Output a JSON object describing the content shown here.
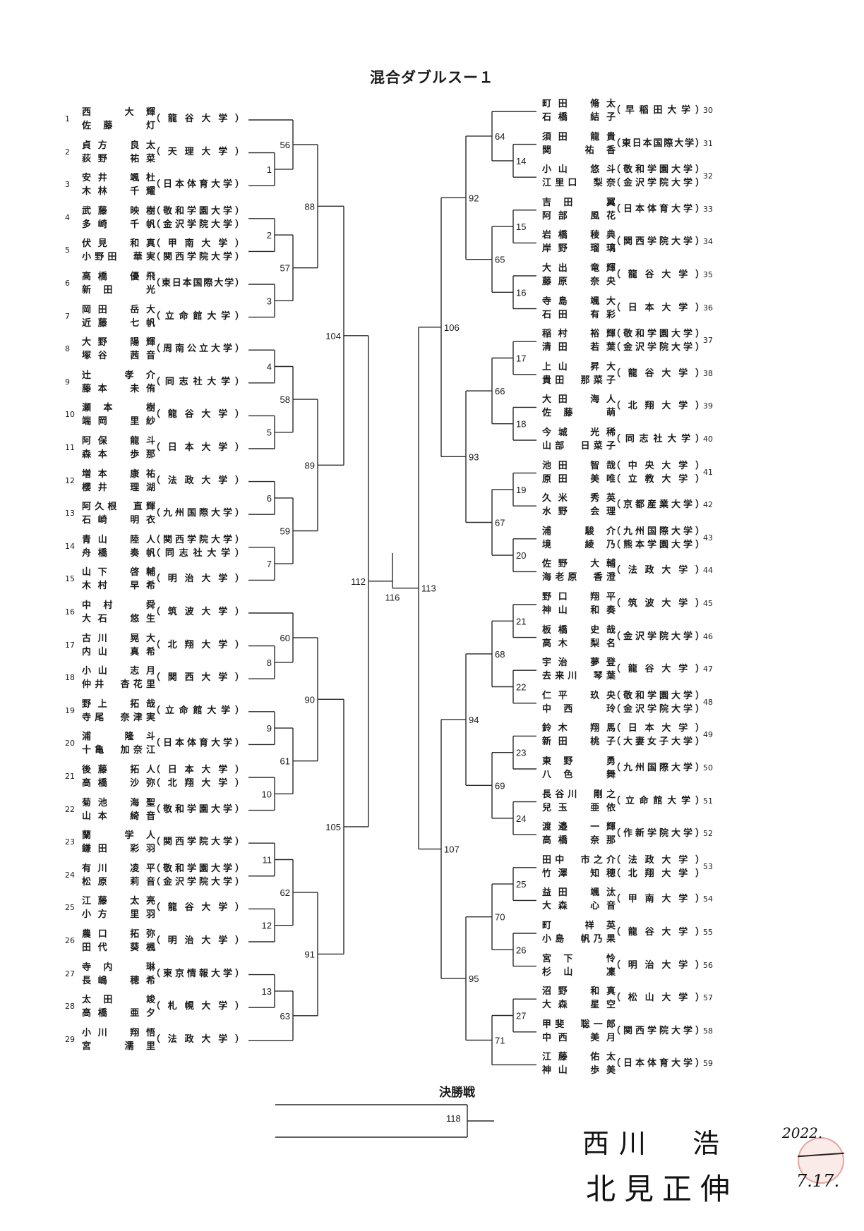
{
  "title": "混合ダブルスー１",
  "left_entries": [
    {
      "no": "1",
      "players": [
        "西　大輝",
        "佐藤　灯"
      ],
      "universities": [
        "（龍谷大学）"
      ]
    },
    {
      "no": "2",
      "players": [
        "貞方　良太",
        "荻野　祐菜"
      ],
      "universities": [
        "（天理大学）"
      ]
    },
    {
      "no": "3",
      "players": [
        "安井　颯杜",
        "木林　千耀"
      ],
      "universities": [
        "（日本体育大学）"
      ]
    },
    {
      "no": "4",
      "players": [
        "武藤　映樹",
        "多崎　千帆"
      ],
      "universities": [
        "（敬和学園大学）",
        "（金沢学院大学）"
      ]
    },
    {
      "no": "5",
      "players": [
        "伏見　和真",
        "小野田　華実"
      ],
      "universities": [
        "（甲南大学）",
        "（関西学院大学）"
      ]
    },
    {
      "no": "6",
      "players": [
        "高橋　優飛",
        "新田　光"
      ],
      "universities": [
        "（東日本国際大学）"
      ]
    },
    {
      "no": "7",
      "players": [
        "岡田　岳大",
        "近藤　七帆"
      ],
      "universities": [
        "（立命館大学）"
      ]
    },
    {
      "no": "8",
      "players": [
        "大野　陽輝",
        "塚谷　茜音"
      ],
      "universities": [
        "（周南公立大学）"
      ]
    },
    {
      "no": "9",
      "players": [
        "辻　孝介",
        "藤本　未侑"
      ],
      "universities": [
        "（同志社大学）"
      ]
    },
    {
      "no": "10",
      "players": [
        "瀬本　樹",
        "端岡　里紗"
      ],
      "universities": [
        "（龍谷大学）"
      ]
    },
    {
      "no": "11",
      "players": [
        "阿保　龍斗",
        "森本　歩那"
      ],
      "universities": [
        "（日本大学）"
      ]
    },
    {
      "no": "12",
      "players": [
        "増本　康祐",
        "櫻井　理湖"
      ],
      "universities": [
        "（法政大学）"
      ]
    },
    {
      "no": "13",
      "players": [
        "阿久根　直輝",
        "石崎　明衣"
      ],
      "universities": [
        "（九州国際大学）"
      ]
    },
    {
      "no": "14",
      "players": [
        "青山　陸人",
        "舟橋　奏帆"
      ],
      "universities": [
        "（関西学院大学）",
        "（同志社大学）"
      ]
    },
    {
      "no": "15",
      "players": [
        "山下　啓輔",
        "木村　早希"
      ],
      "universities": [
        "（明治大学）"
      ]
    },
    {
      "no": "16",
      "players": [
        "中村　舜",
        "大石　悠生"
      ],
      "universities": [
        "（筑波大学）"
      ]
    },
    {
      "no": "17",
      "players": [
        "古川　晃大",
        "内山　真希"
      ],
      "universities": [
        "（北翔大学）"
      ]
    },
    {
      "no": "18",
      "players": [
        "小山　志月",
        "仲井　杏花里"
      ],
      "universities": [
        "（関西大学）"
      ]
    },
    {
      "no": "19",
      "players": [
        "野上　拓哉",
        "寺尾　奈津実"
      ],
      "universities": [
        "（立命館大学）"
      ]
    },
    {
      "no": "20",
      "players": [
        "浦　隆斗",
        "十亀　加奈江"
      ],
      "universities": [
        "（日本体育大学）"
      ]
    },
    {
      "no": "21",
      "players": [
        "後藤　拓人",
        "高橋　沙弥"
      ],
      "universities": [
        "（日本大学）",
        "（北翔大学）"
      ]
    },
    {
      "no": "22",
      "players": [
        "菊池　海聖",
        "山本　綺音"
      ],
      "universities": [
        "（敬和学園大学）"
      ]
    },
    {
      "no": "23",
      "players": [
        "蘭　学人",
        "鎌田　彩羽"
      ],
      "universities": [
        "（関西学院大学）"
      ]
    },
    {
      "no": "24",
      "players": [
        "有川　凌平",
        "松原　莉音"
      ],
      "universities": [
        "（敬和学園大学）",
        "（金沢学院大学）"
      ]
    },
    {
      "no": "25",
      "players": [
        "江藤　太亮",
        "小方　里羽"
      ],
      "universities": [
        "（龍谷大学）"
      ]
    },
    {
      "no": "26",
      "players": [
        "農口　拓弥",
        "田代　葵楓"
      ],
      "universities": [
        "（明治大学）"
      ]
    },
    {
      "no": "27",
      "players": [
        "寺内　琳",
        "長嶋　穂希"
      ],
      "universities": [
        "（東京情報大学）"
      ]
    },
    {
      "no": "28",
      "players": [
        "太田　竣",
        "高橋　亜夕"
      ],
      "universities": [
        "（札幌大学）"
      ]
    },
    {
      "no": "29",
      "players": [
        "小川　翔悟",
        "宮　濡里"
      ],
      "universities": [
        "（法政大学）"
      ]
    }
  ],
  "right_entries": [
    {
      "no": "30",
      "players": [
        "町田　脩太",
        "石橋　結子"
      ],
      "universities": [
        "（早稲田大学）"
      ]
    },
    {
      "no": "31",
      "players": [
        "須田　龍貴",
        "関　祐香"
      ],
      "universities": [
        "（東日本国際大学）"
      ]
    },
    {
      "no": "32",
      "players": [
        "小山　悠斗",
        "江里口　梨奈"
      ],
      "universities": [
        "（敬和学園大学）",
        "（金沢学院大学）"
      ]
    },
    {
      "no": "33",
      "players": [
        "吉田　翼",
        "阿部　風花"
      ],
      "universities": [
        "（日本体育大学）"
      ]
    },
    {
      "no": "34",
      "players": [
        "岩橋　稜典",
        "岸野　瑠璃"
      ],
      "universities": [
        "（関西学院大学）"
      ]
    },
    {
      "no": "35",
      "players": [
        "大出　竜輝",
        "藤原　奈央"
      ],
      "universities": [
        "（龍谷大学）"
      ]
    },
    {
      "no": "36",
      "players": [
        "寺島　颯大",
        "石田　有彩"
      ],
      "universities": [
        "（日本大学）"
      ]
    },
    {
      "no": "37",
      "players": [
        "稲村　裕輝",
        "清田　若葉"
      ],
      "universities": [
        "（敬和学園大学）",
        "（金沢学院大学）"
      ]
    },
    {
      "no": "38",
      "players": [
        "上山　昇大",
        "貴田　那菜子"
      ],
      "universities": [
        "（龍谷大学）"
      ]
    },
    {
      "no": "39",
      "players": [
        "大田　海人",
        "佐藤　萌"
      ],
      "universities": [
        "（北翔大学）"
      ]
    },
    {
      "no": "40",
      "players": [
        "今城　光稀",
        "山部　日菜子"
      ],
      "universities": [
        "（同志社大学）"
      ]
    },
    {
      "no": "41",
      "players": [
        "池田　智哉",
        "原田　美唯"
      ],
      "universities": [
        "（中央大学）",
        "（立教大学）"
      ]
    },
    {
      "no": "42",
      "players": [
        "久米　秀英",
        "水野　会理"
      ],
      "universities": [
        "（京都産業大学）"
      ]
    },
    {
      "no": "43",
      "players": [
        "浦　駿介",
        "境　綾乃"
      ],
      "universities": [
        "（九州国際大学）",
        "（熊本学園大学）"
      ]
    },
    {
      "no": "44",
      "players": [
        "佐野　大輔",
        "海老原　香澄"
      ],
      "universities": [
        "（法政大学）"
      ]
    },
    {
      "no": "45",
      "players": [
        "野口　翔平",
        "神山　和奏"
      ],
      "universities": [
        "（筑波大学）"
      ]
    },
    {
      "no": "46",
      "players": [
        "板橋　史哉",
        "高木　梨名"
      ],
      "universities": [
        "（金沢学院大学）"
      ]
    },
    {
      "no": "47",
      "players": [
        "宇治　夢登",
        "去来川　琴葉"
      ],
      "universities": [
        "（龍谷大学）"
      ]
    },
    {
      "no": "48",
      "players": [
        "仁平　玖央",
        "中西　玲"
      ],
      "universities": [
        "（敬和学園大学）",
        "（金沢学院大学）"
      ]
    },
    {
      "no": "49",
      "players": [
        "鈴木　翔馬",
        "新田　桃子"
      ],
      "universities": [
        "（日本大学）",
        "（大妻女子大学）"
      ]
    },
    {
      "no": "50",
      "players": [
        "東野　勇",
        "八色　舞"
      ],
      "universities": [
        "（九州国際大学）"
      ]
    },
    {
      "no": "51",
      "players": [
        "長谷川　剛之",
        "兒玉　亜依"
      ],
      "universities": [
        "（立命館大学）"
      ]
    },
    {
      "no": "52",
      "players": [
        "渡邉　一輝",
        "高橋　奈那"
      ],
      "universities": [
        "（作新学院大学）"
      ]
    },
    {
      "no": "53",
      "players": [
        "田中　市之介",
        "竹澤　知穂"
      ],
      "universities": [
        "（法政大学）",
        "（北翔大学）"
      ]
    },
    {
      "no": "54",
      "players": [
        "益田　颯汰",
        "大森　心音"
      ],
      "universities": [
        "（甲南大学）"
      ]
    },
    {
      "no": "55",
      "players": [
        "町　祥英",
        "小島　帆乃果"
      ],
      "universities": [
        "（龍谷大学）"
      ]
    },
    {
      "no": "56",
      "players": [
        "宮下　怜",
        "杉山　凜"
      ],
      "universities": [
        "（明治大学）"
      ]
    },
    {
      "no": "57",
      "players": [
        "沼野　和真",
        "大森　星空"
      ],
      "universities": [
        "（松山大学）"
      ]
    },
    {
      "no": "58",
      "players": [
        "甲斐　聡一郎",
        "中西　美月"
      ],
      "universities": [
        "（関西学院大学）"
      ]
    },
    {
      "no": "59",
      "players": [
        "江藤　佑太",
        "神山　歩美"
      ],
      "universities": [
        "（日本体育大学）"
      ]
    }
  ],
  "match_numbers": {
    "left_r1": [
      "1",
      "2",
      "3",
      "4",
      "5",
      "6",
      "7",
      "8",
      "9",
      "10",
      "11",
      "12",
      "13"
    ],
    "left_r2": [
      "56",
      "57",
      "58",
      "59",
      "60",
      "61",
      "62",
      "63"
    ],
    "left_r3": [
      "88",
      "89",
      "90",
      "91"
    ],
    "left_r4": [
      "104",
      "105"
    ],
    "left_r5": "112",
    "right_r1": [
      "14",
      "15",
      "16",
      "17",
      "18",
      "19",
      "20",
      "21",
      "22",
      "23",
      "24",
      "25",
      "26",
      "27"
    ],
    "right_r2": [
      "64",
      "65",
      "66",
      "67",
      "68",
      "69",
      "70",
      "71"
    ],
    "right_r3": [
      "92",
      "93",
      "94",
      "95"
    ],
    "right_r4": [
      "106",
      "107"
    ],
    "right_r5": "113",
    "semifinal": "116",
    "final": "118"
  },
  "final_label": "決勝戦",
  "signatures": [
    "西川　浩",
    "北見正伸"
  ],
  "date": {
    "year": "2022.",
    "month_day": "7.17."
  }
}
